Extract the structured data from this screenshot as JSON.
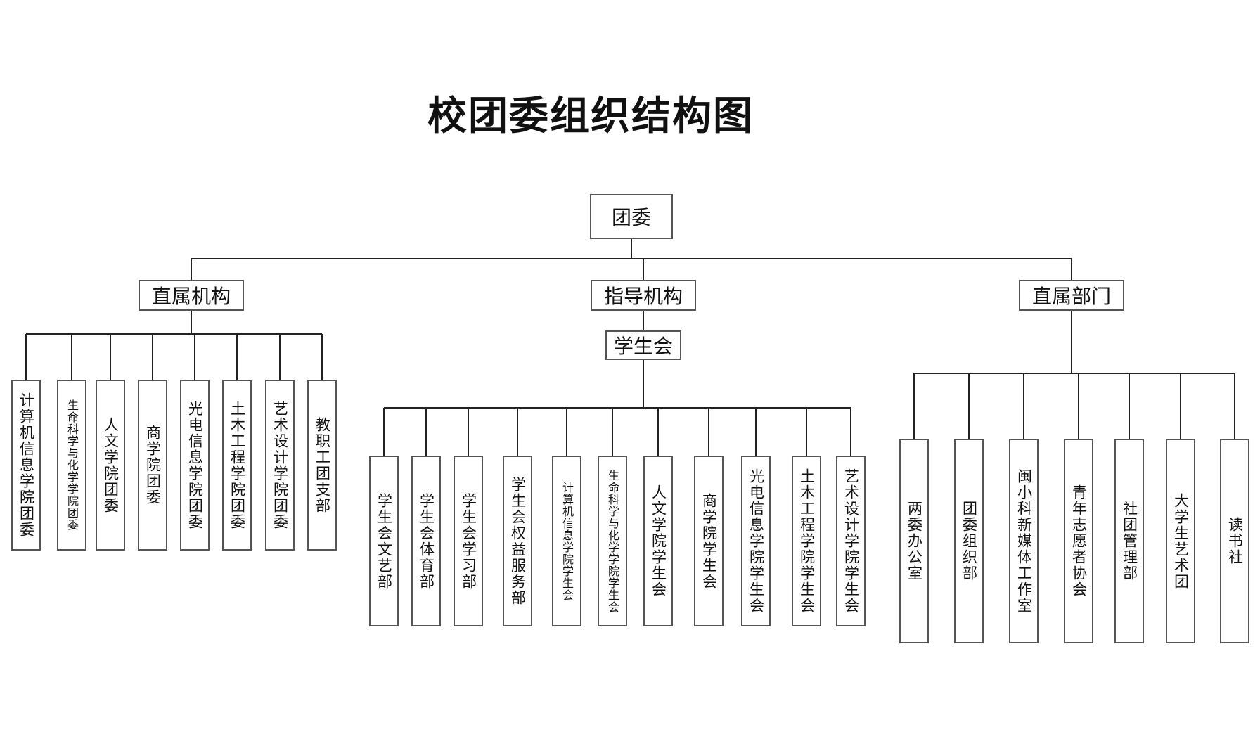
{
  "title": "校团委组织结构图",
  "root": "团委",
  "branches": [
    {
      "label": "直属机构",
      "children": [
        "计算机信息学院团委",
        "生命科学与化学学院团委",
        "人文学院团委",
        "商学院团委",
        "光电信息学院团委",
        "土木工程学院团委",
        "艺术设计学院团委",
        "教职工团支部"
      ]
    },
    {
      "label": "指导机构",
      "sub": "学生会",
      "children": [
        "学生会文艺部",
        "学生会体育部",
        "学生会学习部",
        "学生会权益服务部",
        "计算机信息学院学生会",
        "生命科学与化学学院学生会",
        "人文学院学生会",
        "商学院学生会",
        "光电信息学院学生会",
        "土木工程学院学生会",
        "艺术设计学院学生会"
      ]
    },
    {
      "label": "直属部门",
      "children": [
        "两委办公室",
        "团委组织部",
        "闽小科新媒体工作室",
        "青年志愿者协会",
        "社团管理部",
        "大学生艺术团",
        "读书社"
      ]
    }
  ],
  "colors": {
    "line": "#222222",
    "border": "#555555"
  }
}
